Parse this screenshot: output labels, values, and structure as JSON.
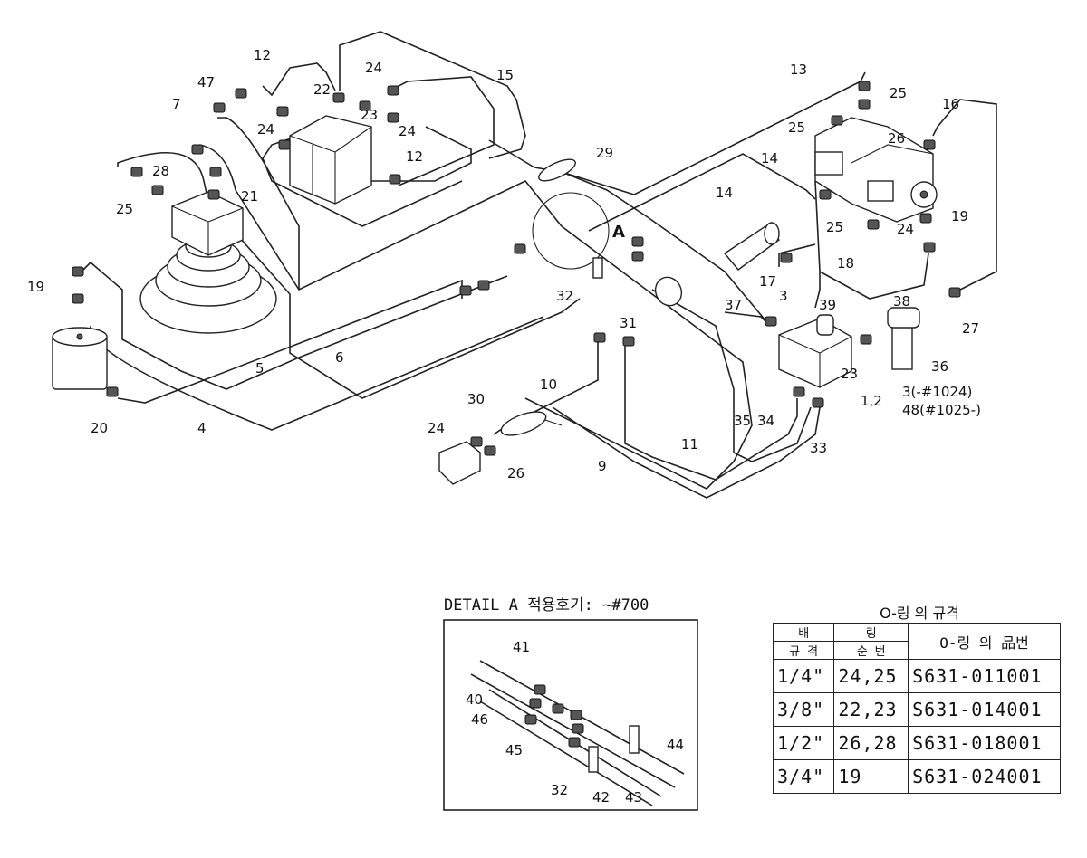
{
  "callouts": {
    "c1_2": "1,2",
    "c3": "3",
    "c3b": "3(-#1024)",
    "c4": "4",
    "c5": "5",
    "c6": "6",
    "c7": "7",
    "c9": "9",
    "c10": "10",
    "c11": "11",
    "c12a": "12",
    "c12b": "12",
    "c13": "13",
    "c14a": "14",
    "c14b": "14",
    "c15": "15",
    "c16": "16",
    "c17": "17",
    "c18": "18",
    "c19a": "19",
    "c19b": "19",
    "c20": "20",
    "c21": "21",
    "c22": "22",
    "c23a": "23",
    "c23b": "23",
    "c24a": "24",
    "c24b": "24",
    "c24c": "24",
    "c24d": "24",
    "c24e": "24",
    "c25a": "25",
    "c25b": "25",
    "c25c": "25",
    "c25d": "25",
    "c26a": "26",
    "c26b": "26",
    "c27": "27",
    "c28": "28",
    "c29": "29",
    "c30": "30",
    "c31": "31",
    "c32": "32",
    "c33": "33",
    "c34": "34",
    "c35": "35",
    "c36": "36",
    "c37": "37",
    "c38": "38",
    "c39": "39",
    "c47": "47",
    "c48": "48(#1025-)",
    "cA": "A"
  },
  "detail": {
    "title": "DETAIL A  적용호기: ~#700",
    "labels": {
      "d40": "40",
      "d41": "41",
      "d42": "42",
      "d43": "43",
      "d44": "44",
      "d45": "45",
      "d46": "46",
      "d32": "32"
    }
  },
  "oring_table": {
    "caption": "O-링 의 규격",
    "header_top_left": "배",
    "header_top_right": "링",
    "header_sub_size": "규 격",
    "header_sub_no": "순 번",
    "header_part": "O-링 의 品번",
    "rows": [
      {
        "size": "1/4\"",
        "nos": "24,25",
        "part": "S631-011001"
      },
      {
        "size": "3/8\"",
        "nos": "22,23",
        "part": "S631-014001"
      },
      {
        "size": "1/2\"",
        "nos": "26,28",
        "part": "S631-018001"
      },
      {
        "size": "3/4\"",
        "nos": "19",
        "part": "S631-024001"
      }
    ]
  }
}
